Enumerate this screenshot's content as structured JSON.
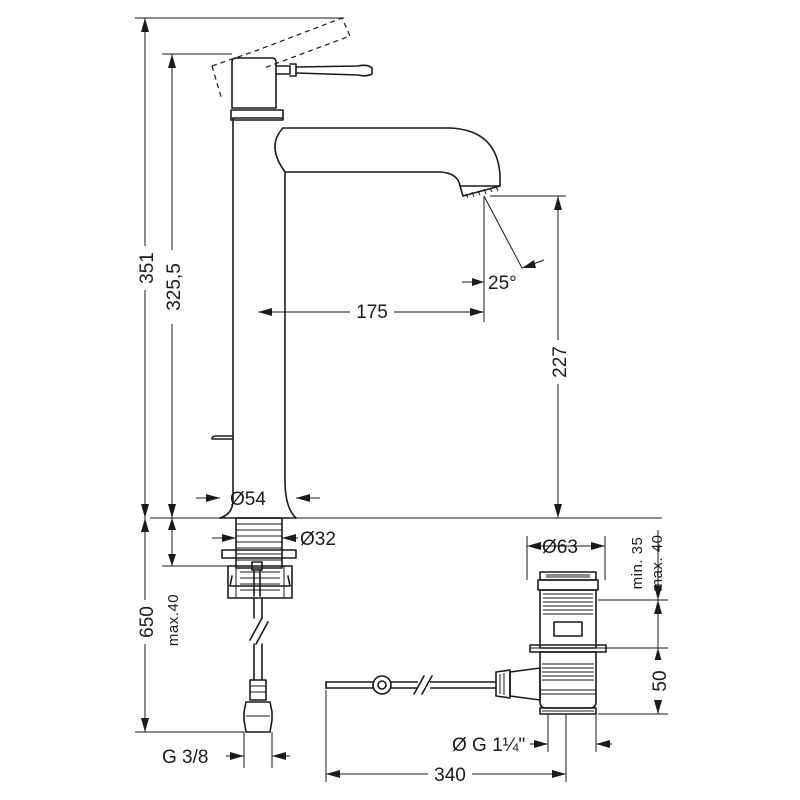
{
  "dimensions": {
    "total_height": "351",
    "body_height": "325,5",
    "spout_reach": "175",
    "spout_clearance": "227",
    "spray_angle": "25°",
    "base_diameter": "Ø54",
    "shank_diameter": "Ø32",
    "below_counter": "650",
    "shank_max": "max.40",
    "connector_thread": "G 3/8",
    "waste_diameter": "Ø63",
    "waste_thickness_min": "min. 35",
    "waste_thickness_max": "max. 40",
    "waste_height": "50",
    "waste_thread": "Ø G 1¼\"",
    "rod_length": "340"
  }
}
